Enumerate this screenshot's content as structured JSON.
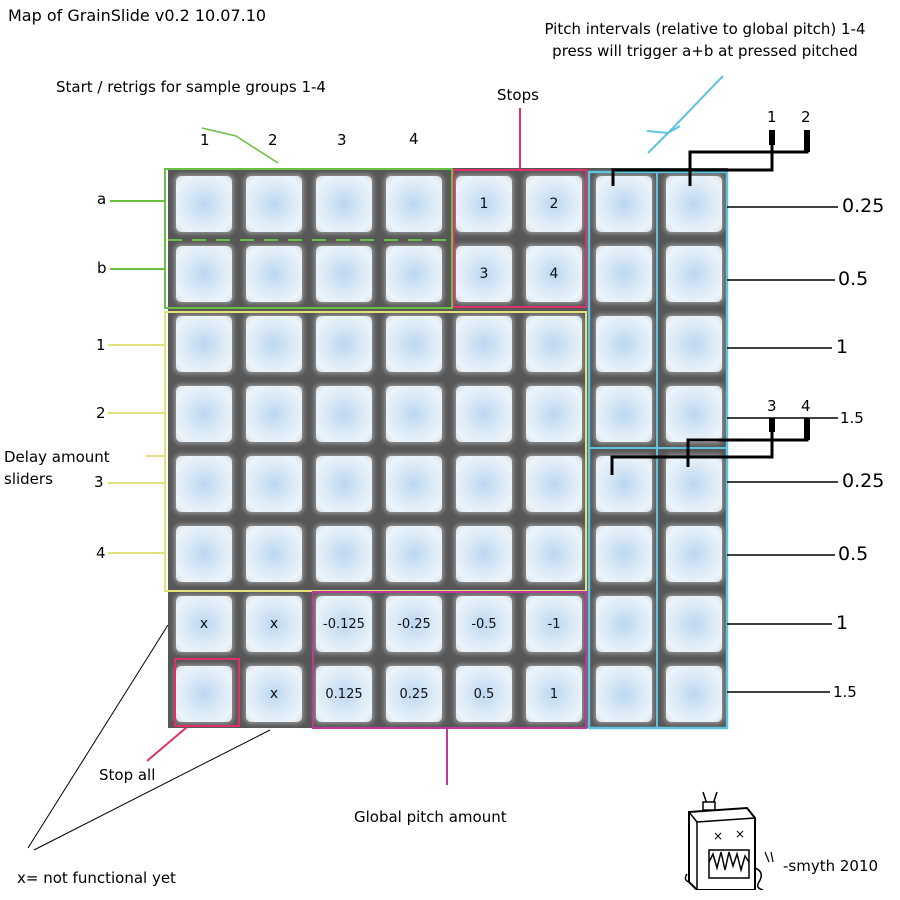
{
  "title": "Map of GrainSlide v0.2 10.07.10",
  "pitch_note": {
    "line1": "Pitch intervals (relative to global pitch) 1-4",
    "line2": "press will trigger a+b at pressed pitched"
  },
  "start_retrigs_label": "Start / retrigs for sample groups 1-4",
  "stops_label": "Stops",
  "column_labels": [
    "1",
    "2",
    "3",
    "4"
  ],
  "row_labels_ab": [
    "a",
    "b"
  ],
  "delay_row_labels": [
    "1",
    "2",
    "3",
    "4"
  ],
  "delay_label": {
    "line1": "Delay amount",
    "line2": "sliders"
  },
  "right_values_top": [
    "0.25",
    "0.5",
    "1",
    "1.5"
  ],
  "right_values_bottom": [
    "0.25",
    "0.5",
    "1",
    "1.5"
  ],
  "pitch_bracket_labels_top": [
    "1",
    "2"
  ],
  "pitch_bracket_labels_bottom": [
    "3",
    "4"
  ],
  "stop_cells": [
    "1",
    "2",
    "3",
    "4"
  ],
  "bottom_row1": [
    "x",
    "x",
    "-0.125",
    "-0.25",
    "-0.5",
    "-1"
  ],
  "bottom_row2": [
    "",
    "x",
    "0.125",
    "0.25",
    "0.5",
    "1"
  ],
  "stop_all_label": "Stop all",
  "global_pitch_label": "Global pitch amount",
  "not_functional_label": "x= not functional yet",
  "signature": "-smyth 2010",
  "colors": {
    "green": "#6cbf45",
    "pink": "#e0306a",
    "yellow": "#e4e07a",
    "cyan": "#5ec3de",
    "magenta": "#c0399a"
  }
}
